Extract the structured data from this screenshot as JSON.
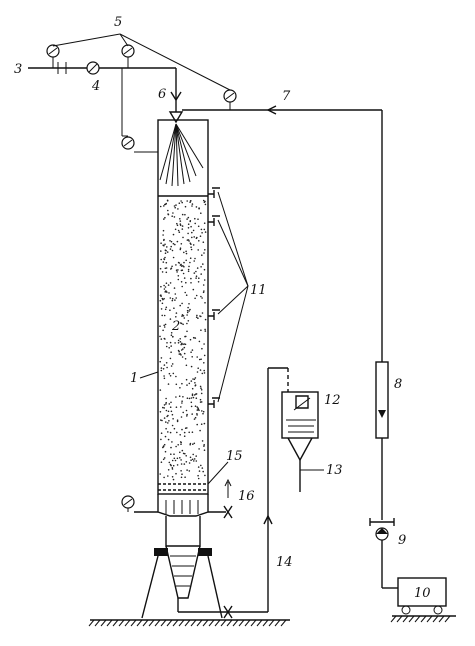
{
  "figure": {
    "labels": {
      "l1": "1",
      "l2": "2",
      "l3": "3",
      "l4": "4",
      "l5": "5",
      "l6": "6",
      "l7": "7",
      "l8": "8",
      "l9": "9",
      "l10": "10",
      "l11": "11",
      "l12": "12",
      "l13": "13",
      "l14": "14",
      "l15": "15",
      "l16": "16"
    }
  }
}
